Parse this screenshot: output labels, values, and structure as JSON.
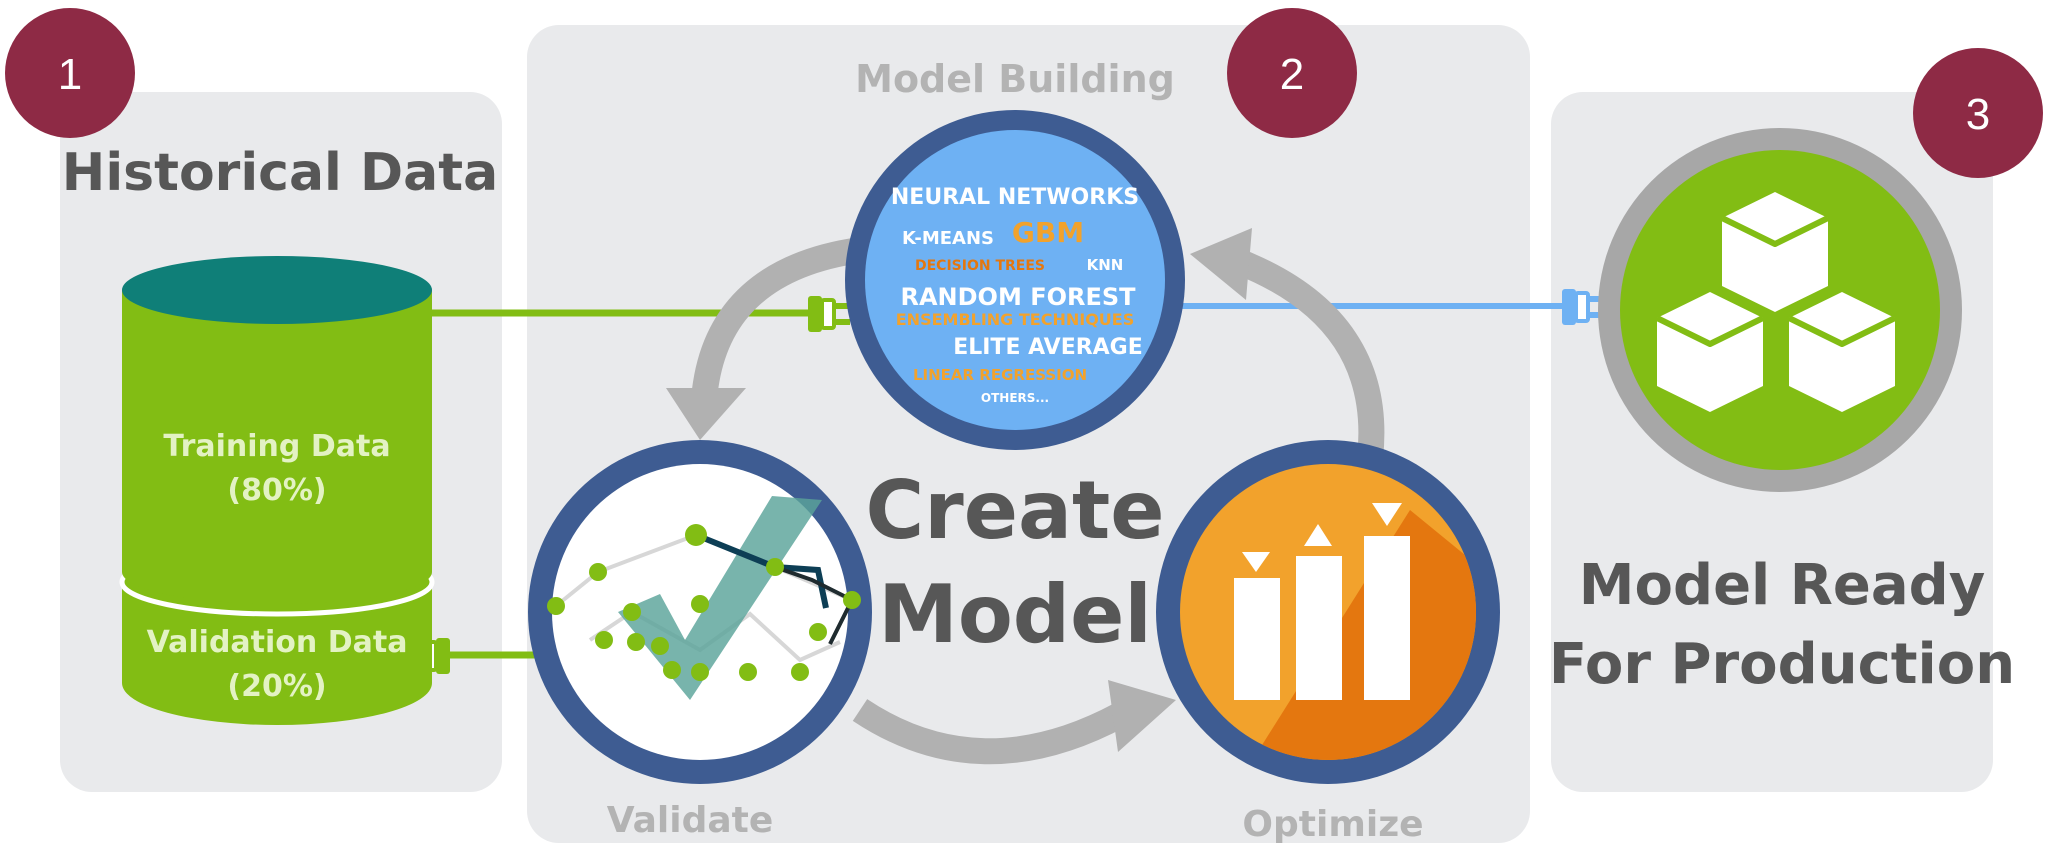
{
  "badges": [
    "1",
    "2",
    "3"
  ],
  "historical": {
    "title": "Historical Data",
    "training_label": "Training Data",
    "training_pct": "(80%)",
    "validation_label": "Validation Data",
    "validation_pct": "(20%)"
  },
  "model_building": {
    "title": "Model Building",
    "center_line1": "Create",
    "center_line2": "Model",
    "validate_label": "Validate",
    "optimize_label": "Optimize",
    "algorithms": {
      "neural_networks": "NEURAL NETWORKS",
      "k_means": "K-MEANS",
      "gbm": "GBM",
      "decision_trees": "DECISION TREES",
      "knn": "KNN",
      "random_forest": "RANDOM FOREST",
      "ensembling": "ENSEMBLING TECHNIQUES",
      "elite_average": "ELITE AVERAGE",
      "linear_regression": "LINEAR REGRESSION",
      "others": "OTHERS..."
    }
  },
  "production": {
    "title_line1": "Model Ready",
    "title_line2": "For Production"
  },
  "colors": {
    "panel": "#e9eaec",
    "badge": "#8e2a45",
    "green": "#82bd14",
    "teal": "#0f7f78",
    "navy": "#3e5c92",
    "sky": "#6eb1f3",
    "orange": "#f2a22c",
    "dark_orange": "#e4770f",
    "arrow_gray": "#b1b1b1",
    "heading_gray": "#575757"
  },
  "icons": [
    "database-icon",
    "plug-icon",
    "checkmark-chart-icon",
    "bar-chart-icon",
    "cubes-icon",
    "cycle-arrow-icon"
  ]
}
